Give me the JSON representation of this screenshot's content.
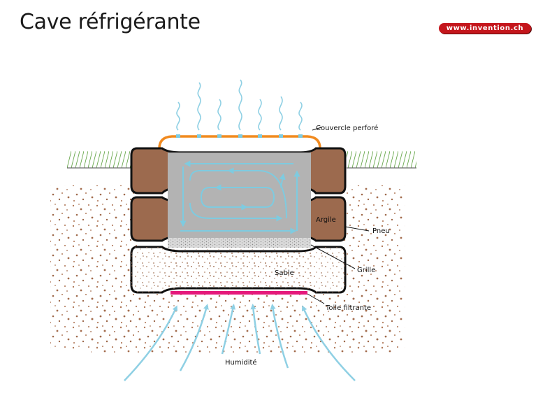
{
  "header": {
    "title": "Cave réfrigérante",
    "brand": "www.invention.ch",
    "brand_color": "#c4161c"
  },
  "labels": {
    "lid": "Couvercle perforé",
    "clay": "Argile",
    "tire": "Pneu",
    "sand": "Sable",
    "grid": "Grille",
    "filter": "Toile filtrante",
    "humidity": "Humidité"
  },
  "colors": {
    "clay": "#9c6a4e",
    "lid": "#f18a1f",
    "air": "#7ecbe0",
    "filter": "#e5197b",
    "grass": "#6aa84f",
    "chamber": "#b3b3b3"
  }
}
